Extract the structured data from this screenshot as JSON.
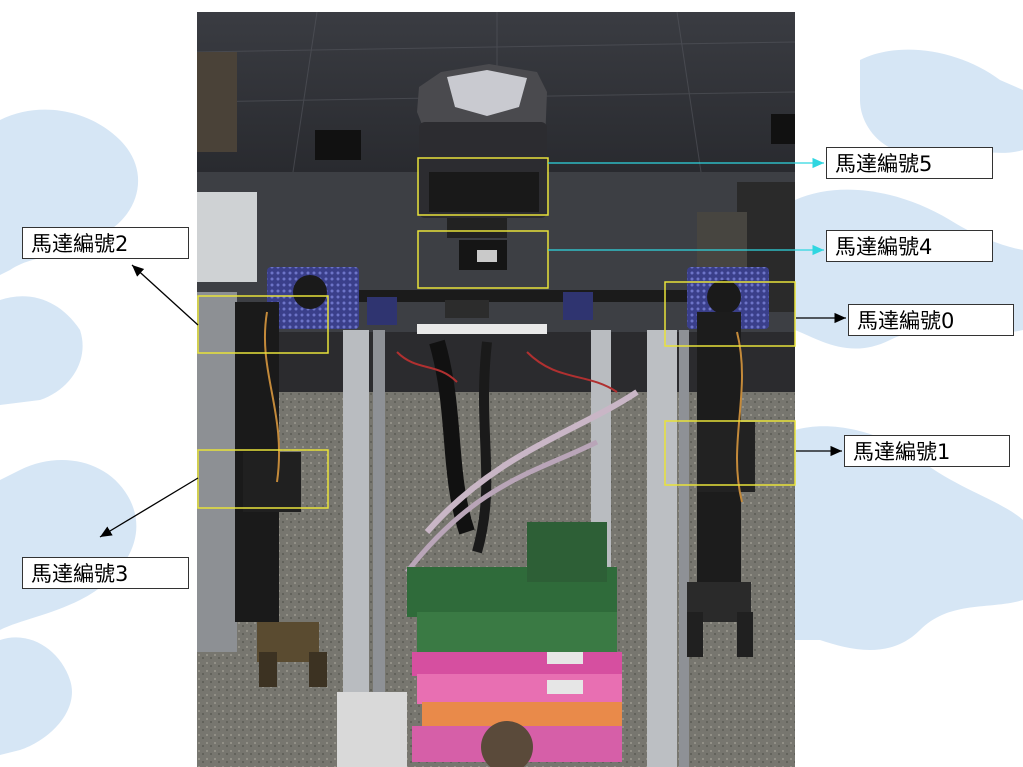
{
  "labels": {
    "motor5": "馬達編號5",
    "motor4": "馬達編號4",
    "motor2": "馬達編號2",
    "motor0": "馬達編號0",
    "motor1": "馬達編號1",
    "motor3": "馬達編號3"
  },
  "colors": {
    "highlight_box": "#e8e23a",
    "arrow_cyan": "#2fd6e0",
    "arrow_black": "#000000",
    "map_land": "#cfe0f2"
  }
}
